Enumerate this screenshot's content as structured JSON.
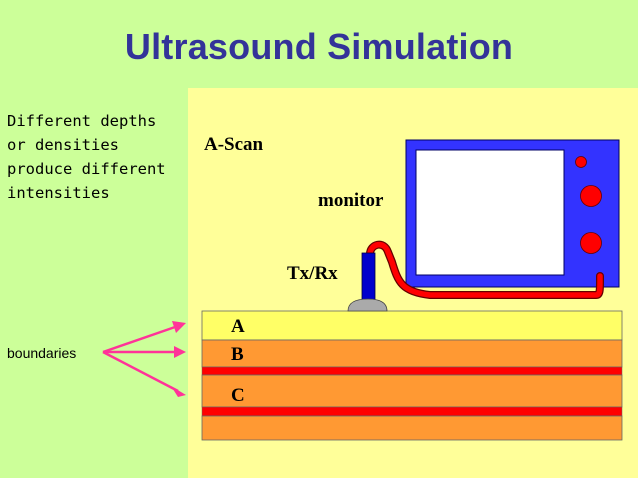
{
  "title": "Ultrasound Simulation",
  "description_lines": [
    "Different depths",
    "or densities",
    "produce different",
    "intensities"
  ],
  "labels": {
    "ascan": "A-Scan",
    "monitor": "monitor",
    "txrx": "Tx/Rx",
    "layer_a": "A",
    "layer_b": "B",
    "layer_c": "C",
    "boundaries": "boundaries"
  },
  "colors": {
    "background": "#ccff99",
    "panel": "#ffff99",
    "title": "#333399",
    "layer_a": "#ffff66",
    "layer_tissue": "#ff9933",
    "boundary": "#ff0000",
    "monitor_body": "#3333ff",
    "cable": "#ff0000",
    "arrow": "#ff3399"
  }
}
